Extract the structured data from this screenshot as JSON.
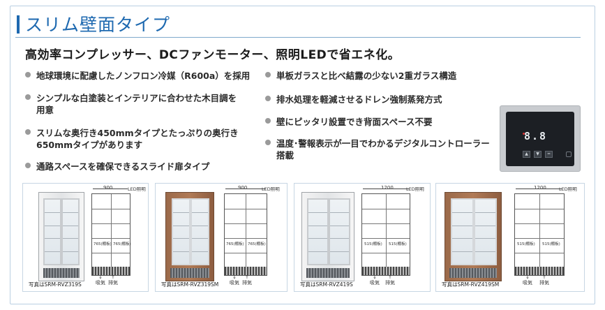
{
  "header": {
    "title": "スリム壁面タイプ"
  },
  "lead": "高効率コンプレッサー、DCファンモーター、照明LEDで省エネ化。",
  "features_left": [
    "地球環境に配慮したノンフロン冷媒（R600a）を採用",
    "シンプルな白塗装とインテリアに合わせた木目調を",
    "用意",
    "スリムな奥行き450mmタイプとたっぷりの奥行き",
    "650mmタイプがあります",
    "通路スペースを確保できるスライド扉タイプ"
  ],
  "features_right": [
    "単板ガラスと比べ結露の少ない2重ガラス構造",
    "排水処理を軽減させるドレン強制蒸発方式",
    "壁にピッタリ設置でき背面スペース不要",
    "温度･警報表示が一目でわかるデジタルコントローラー",
    "搭載"
  ],
  "controller": {
    "display": "8.8",
    "buttons": [
      "▲",
      "▼",
      "━"
    ]
  },
  "products": [
    {
      "caption": "写真はSRM-RVZ319S",
      "width": "900",
      "led": "LED照明",
      "shelf": [
        "765(棚板)",
        "765(棚板)"
      ],
      "arrows": [
        "吸気",
        "排気"
      ]
    },
    {
      "caption": "写真はSRM-RVZ319SM",
      "width": "900",
      "led": "LED照明",
      "shelf": [
        "765(棚板)",
        "765(棚板)"
      ],
      "arrows": [
        "吸気",
        "排気"
      ]
    },
    {
      "caption": "写真はSRM-RVZ419S",
      "width": "1200",
      "led": "LED照明",
      "shelf": [
        "515(棚板)",
        "515(棚板)"
      ],
      "arrows": [
        "吸気",
        "排気"
      ]
    },
    {
      "caption": "写真はSRM-RVZ419SM",
      "width": "1200",
      "led": "LED照明",
      "shelf": [
        "515(棚板)",
        "515(棚板)"
      ],
      "arrows": [
        "吸気",
        "排気"
      ]
    }
  ],
  "colors": {
    "accent": "#1e69b0",
    "rule": "#7fa9cc",
    "wood": "#a06c4c"
  }
}
